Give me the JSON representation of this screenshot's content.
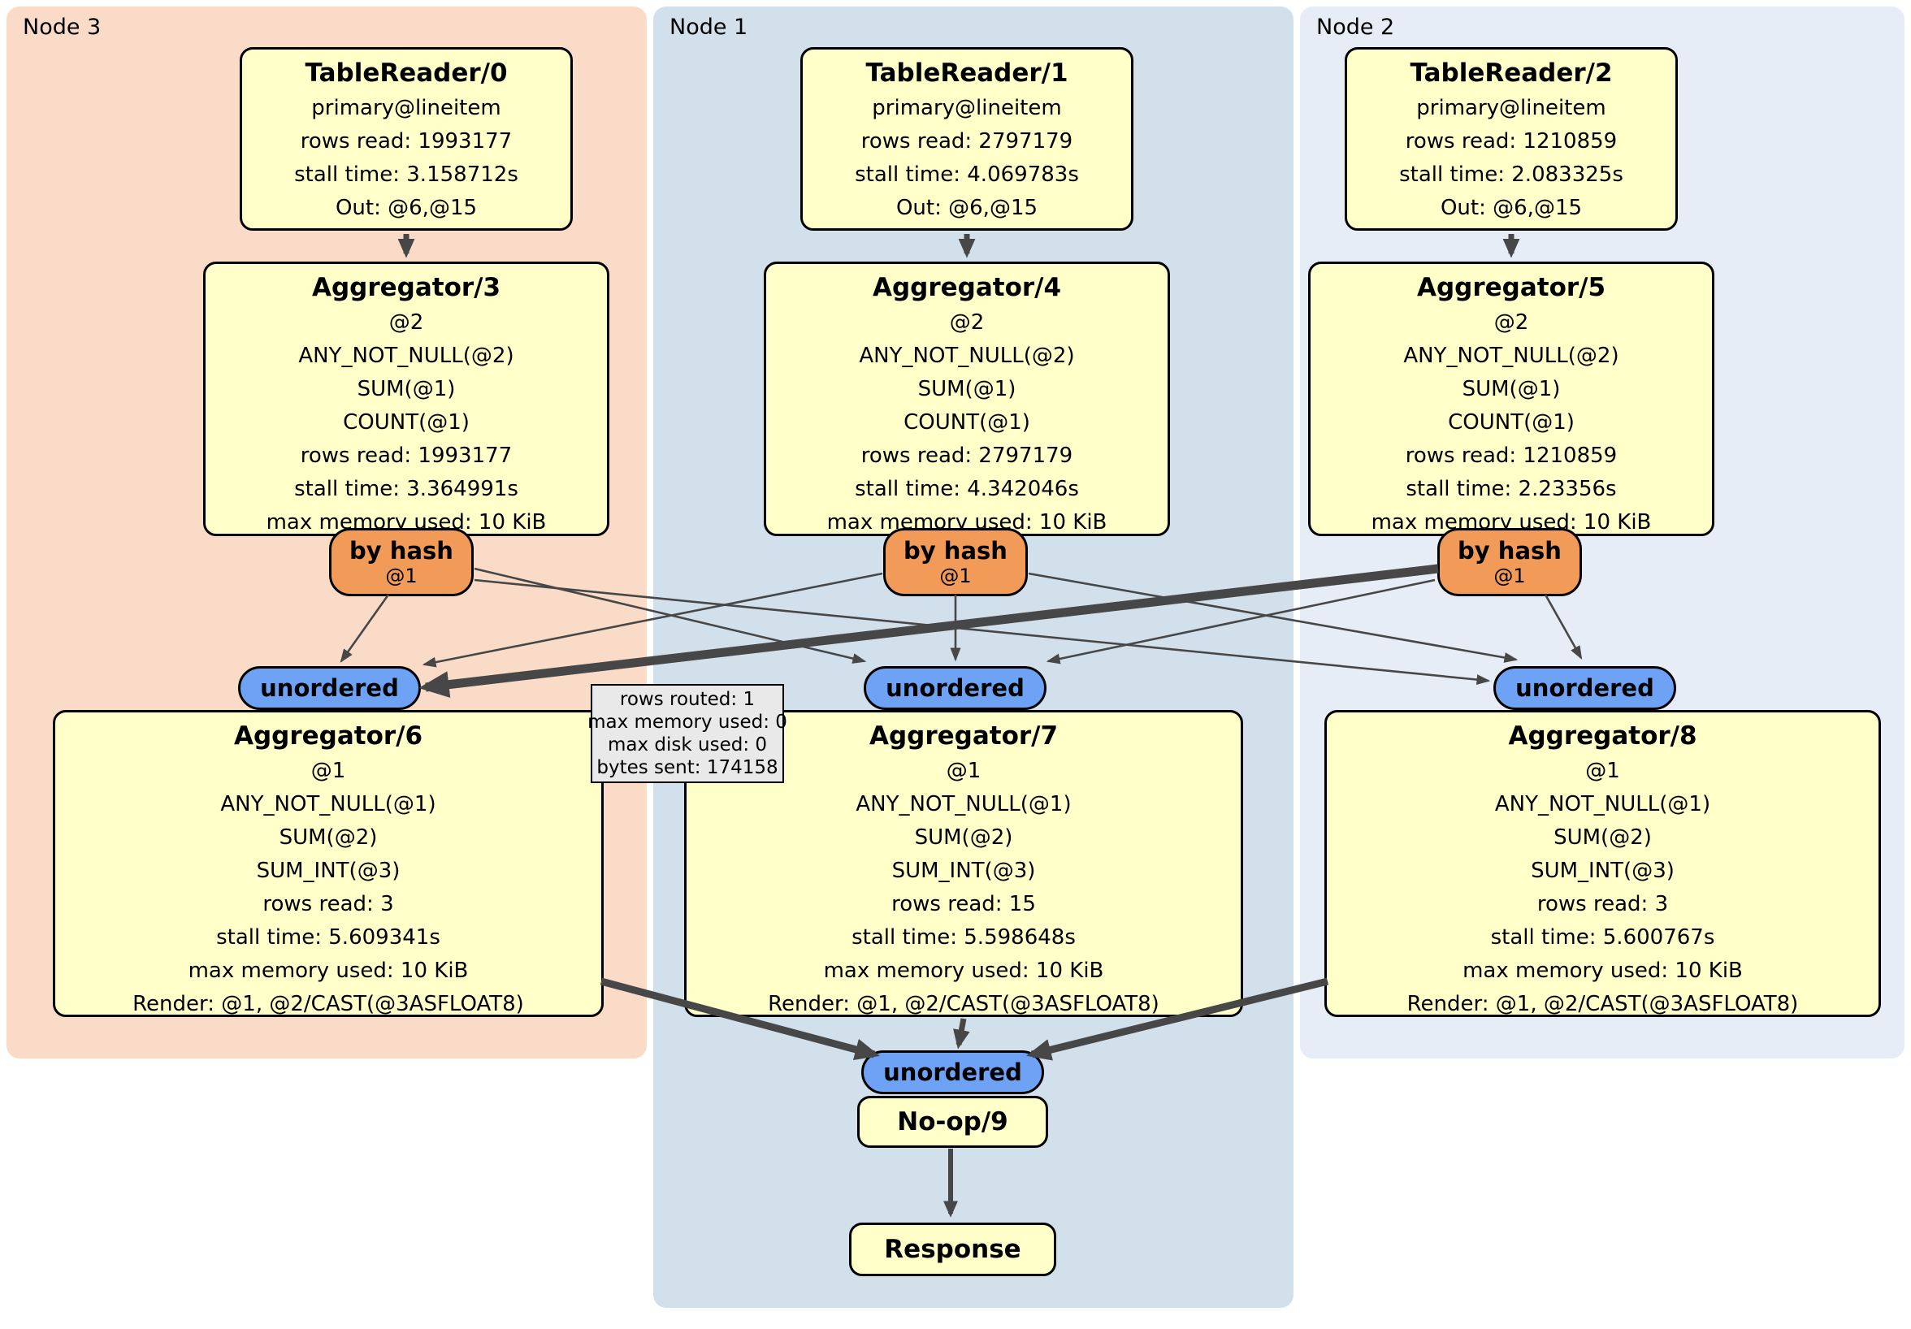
{
  "regions": {
    "node3": {
      "label": "Node 3"
    },
    "node1": {
      "label": "Node 1"
    },
    "node2": {
      "label": "Node 2"
    }
  },
  "colors": {
    "node3_bg": "#fadbc8",
    "node1_bg": "#d2e0ec",
    "node2_bg": "#e7edf7",
    "box_bg": "#ffffc9",
    "router_bg": "#f29b58",
    "sync_bg": "#6da2f5",
    "tooltip_bg": "#e9e9e9",
    "edge": "#474747"
  },
  "boxes": {
    "tr0": {
      "title": "TableReader/0",
      "lines": [
        "primary@lineitem",
        "rows read: 1993177",
        "stall time: 3.158712s",
        "Out: @6,@15"
      ]
    },
    "tr1": {
      "title": "TableReader/1",
      "lines": [
        "primary@lineitem",
        "rows read: 2797179",
        "stall time: 4.069783s",
        "Out: @6,@15"
      ]
    },
    "tr2": {
      "title": "TableReader/2",
      "lines": [
        "primary@lineitem",
        "rows read: 1210859",
        "stall time: 2.083325s",
        "Out: @6,@15"
      ]
    },
    "agg3": {
      "title": "Aggregator/3",
      "lines": [
        "@2",
        "ANY_NOT_NULL(@2)",
        "SUM(@1)",
        "COUNT(@1)",
        "rows read: 1993177",
        "stall time: 3.364991s",
        "max memory used: 10 KiB"
      ]
    },
    "agg4": {
      "title": "Aggregator/4",
      "lines": [
        "@2",
        "ANY_NOT_NULL(@2)",
        "SUM(@1)",
        "COUNT(@1)",
        "rows read: 2797179",
        "stall time: 4.342046s",
        "max memory used: 10 KiB"
      ]
    },
    "agg5": {
      "title": "Aggregator/5",
      "lines": [
        "@2",
        "ANY_NOT_NULL(@2)",
        "SUM(@1)",
        "COUNT(@1)",
        "rows read: 1210859",
        "stall time: 2.23356s",
        "max memory used: 10 KiB"
      ]
    },
    "agg6": {
      "title": "Aggregator/6",
      "lines": [
        "@1",
        "ANY_NOT_NULL(@1)",
        "SUM(@2)",
        "SUM_INT(@3)",
        "rows read: 3",
        "stall time: 5.609341s",
        "max memory used: 10 KiB",
        "Render: @1, @2/CAST(@3ASFLOAT8)"
      ]
    },
    "agg7": {
      "title": "Aggregator/7",
      "lines": [
        "@1",
        "ANY_NOT_NULL(@1)",
        "SUM(@2)",
        "SUM_INT(@3)",
        "rows read: 15",
        "stall time: 5.598648s",
        "max memory used: 10 KiB",
        "Render: @1, @2/CAST(@3ASFLOAT8)"
      ]
    },
    "agg8": {
      "title": "Aggregator/8",
      "lines": [
        "@1",
        "ANY_NOT_NULL(@1)",
        "SUM(@2)",
        "SUM_INT(@3)",
        "rows read: 3",
        "stall time: 5.600767s",
        "max memory used: 10 KiB",
        "Render: @1, @2/CAST(@3ASFLOAT8)"
      ]
    },
    "noop": {
      "title": "No-op/9"
    },
    "response": {
      "title": "Response"
    }
  },
  "router": {
    "label": "by hash",
    "sub": "@1"
  },
  "sync": {
    "label": "unordered"
  },
  "tooltip": {
    "lines": [
      "rows routed: 1",
      "max memory used: 0",
      "max disk used: 0",
      "bytes sent: 174158"
    ]
  }
}
